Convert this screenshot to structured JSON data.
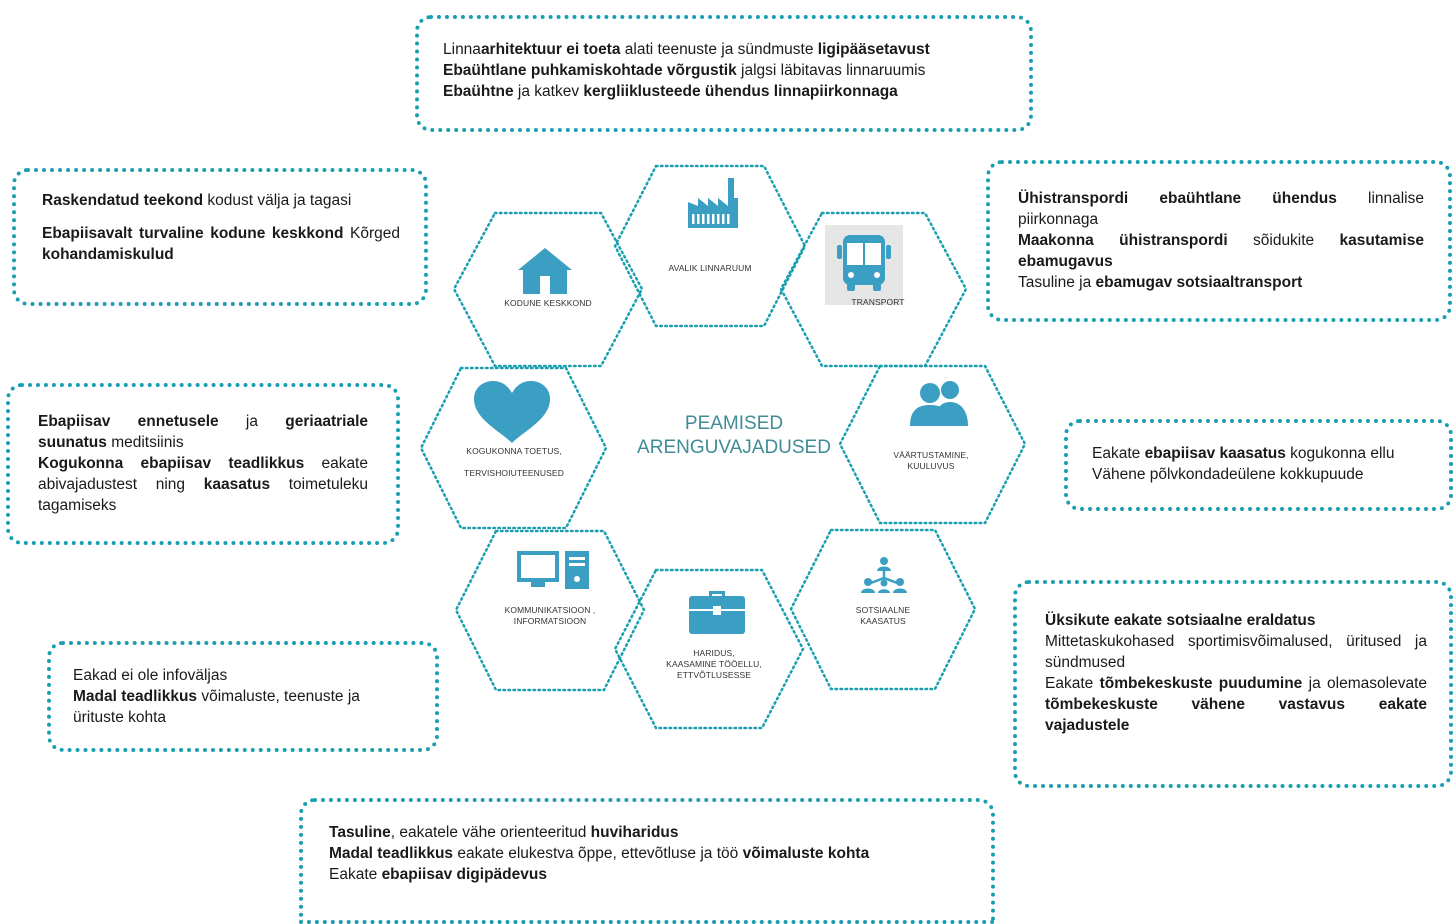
{
  "center_title_lines": [
    "PEAMISED",
    "ARENGUVAJADUSED"
  ],
  "colors": {
    "accent": "#1a9fb0",
    "icon": "#3a9fc2",
    "title": "#3f8c96"
  },
  "hexagons": [
    {
      "id": "avalik",
      "icon": "factory-icon",
      "lines": [
        "AVALIK LINNARUUM"
      ]
    },
    {
      "id": "transport",
      "icon": "bus-icon",
      "lines": [
        "TRANSPORT"
      ]
    },
    {
      "id": "kodune",
      "icon": "house-icon",
      "lines": [
        "KODUNE KESKKOND"
      ]
    },
    {
      "id": "kogukonna",
      "icon": "heart-icon",
      "lines": [
        "KOGUKONNA TOETUS,",
        "",
        "TERVISHOIUTEENUSED"
      ]
    },
    {
      "id": "vaartustamine",
      "icon": "people-icon",
      "lines": [
        "VÄÄRTUSTAMINE,",
        "KUULUVUS"
      ]
    },
    {
      "id": "kommunikatsioon",
      "icon": "computer-icon",
      "lines": [
        "KOMMUNIKATSIOON ,",
        "INFORMATSIOON"
      ]
    },
    {
      "id": "sotsiaalne",
      "icon": "network-icon",
      "lines": [
        "SOTSIAALNE",
        "KAASATUS"
      ]
    },
    {
      "id": "haridus",
      "icon": "briefcase-icon",
      "lines": [
        "HARIDUS,",
        "KAASAMINE TÖÖELLU,",
        "ETTVÕTLUSESSE"
      ]
    }
  ],
  "callouts": {
    "top": [
      [
        {
          "t": "Linna",
          "b": false
        },
        {
          "t": "arhitektuur ei toeta",
          "b": true
        },
        {
          "t": " alati teenuste ja sündmuste ",
          "b": false
        },
        {
          "t": "ligipääsetavust",
          "b": true
        }
      ],
      [
        {
          "t": "Ebaühtlane puhkamiskohtade võrgustik",
          "b": true
        },
        {
          "t": " jalgsi läbitavas linnaruumis",
          "b": false
        }
      ],
      [
        {
          "t": "Ebaühtne",
          "b": true
        },
        {
          "t": " ja katkev ",
          "b": false
        },
        {
          "t": "kergliiklusteede ühendus linnapiirkonnaga",
          "b": true
        }
      ]
    ],
    "kodune": [
      [
        {
          "t": "Raskendatud teekond",
          "b": true
        },
        {
          "t": " kodust välja ja tagasi",
          "b": false
        }
      ],
      [
        {
          "t": "Ebapiisavalt turvaline kodune keskkond",
          "b": true
        },
        {
          "t": " Kõrged ",
          "b": false
        },
        {
          "t": "kohandamiskulud",
          "b": true
        }
      ]
    ],
    "transport": [
      [
        {
          "t": "Ühistranspordi ebaühtlane ühendus",
          "b": true
        },
        {
          "t": " linnalise piirkonnaga",
          "b": false
        }
      ],
      [
        {
          "t": "Maakonna ühistranspordi",
          "b": true
        },
        {
          "t": " sõidukite ",
          "b": false
        },
        {
          "t": "kasutamise ebamugavus",
          "b": true
        }
      ],
      [
        {
          "t": "Tasuline ja ",
          "b": false
        },
        {
          "t": "ebamugav sotsiaaltransport",
          "b": true
        }
      ]
    ],
    "kogukonna": [
      [
        {
          "t": "Ebapiisav ennetusele",
          "b": true
        },
        {
          "t": " ja ",
          "b": false
        },
        {
          "t": "geriaatriale suunatus",
          "b": true
        },
        {
          "t": " meditsiinis",
          "b": false
        }
      ],
      [
        {
          "t": "Kogukonna ebapiisav teadlikkus",
          "b": true
        },
        {
          "t": " eakate abivajadustest ning ",
          "b": false
        },
        {
          "t": "kaasatus",
          "b": true
        },
        {
          "t": " toimetuleku tagamiseks",
          "b": false
        }
      ]
    ],
    "vaartustamine": [
      [
        {
          "t": "Eakate ",
          "b": false
        },
        {
          "t": "ebapiisav kaasatus",
          "b": true
        },
        {
          "t": " kogukonna ellu",
          "b": false
        }
      ],
      [
        {
          "t": "Vähene põlvkondadeülene kokkupuude",
          "b": false
        }
      ]
    ],
    "kommunikatsioon": [
      [
        {
          "t": "Eakad ei ole infoväljas",
          "b": false
        }
      ],
      [
        {
          "t": "Madal teadlikkus",
          "b": true
        },
        {
          "t": " võimaluste, teenuste ja ürituste kohta",
          "b": false
        }
      ]
    ],
    "sotsiaalne": [
      [
        {
          "t": "Üksikute eakate sotsiaalne eraldatus",
          "b": true
        }
      ],
      [
        {
          "t": "Mittetaskukohased sportimisvõimalused, üritused ja sündmused",
          "b": false
        }
      ],
      [
        {
          "t": "Eakate ",
          "b": false
        },
        {
          "t": "tõmbekeskuste puudumine",
          "b": true
        },
        {
          "t": " ja olemasolevate ",
          "b": false
        },
        {
          "t": "tõmbekeskuste vähene vastavus eakate vajadustele",
          "b": true
        }
      ]
    ],
    "haridus": [
      [
        {
          "t": "Tasuline",
          "b": true
        },
        {
          "t": ", eakatele vähe orienteeritud ",
          "b": false
        },
        {
          "t": "huviharidus",
          "b": true
        }
      ],
      [
        {
          "t": "Madal teadlikkus",
          "b": true
        },
        {
          "t": " eakate elukestva õppe, ettevõtluse ja töö ",
          "b": false
        },
        {
          "t": "võimaluste kohta",
          "b": true
        }
      ],
      [
        {
          "t": "Eakate ",
          "b": false
        },
        {
          "t": "ebapiisav digipädevus",
          "b": true
        }
      ]
    ]
  }
}
